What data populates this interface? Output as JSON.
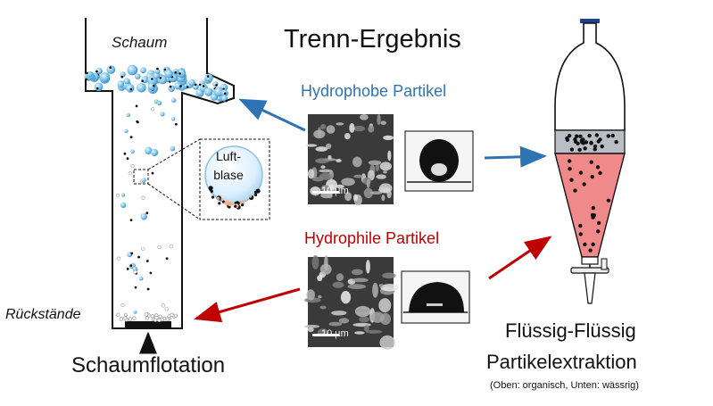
{
  "title": "Trenn-Ergebnis",
  "flotation": {
    "foam_label": "Schaum",
    "residue_label": "Rückstände",
    "caption": "Schaumflotation",
    "bubble_label_line1": "Luft-",
    "bubble_label_line2": "blase"
  },
  "particles": {
    "hydrophobic_label": "Hydrophobe Partikel",
    "hydrophilic_label": "Hydrophile Partikel",
    "scale_bar_label": "10 µm"
  },
  "extraction": {
    "line1": "Flüssig-Flüssig",
    "line2": "Partikelextraktion",
    "note": "(Oben: organisch, Unten: wässrig)"
  },
  "colors": {
    "hydrophobic_blue": "#2e74b5",
    "hydrophilic_red": "#c00000",
    "organic_phase_gray": "#b8bec4",
    "aqueous_phase_pink": "#f08a8a",
    "bubble_blue": "#7ec3e8"
  }
}
